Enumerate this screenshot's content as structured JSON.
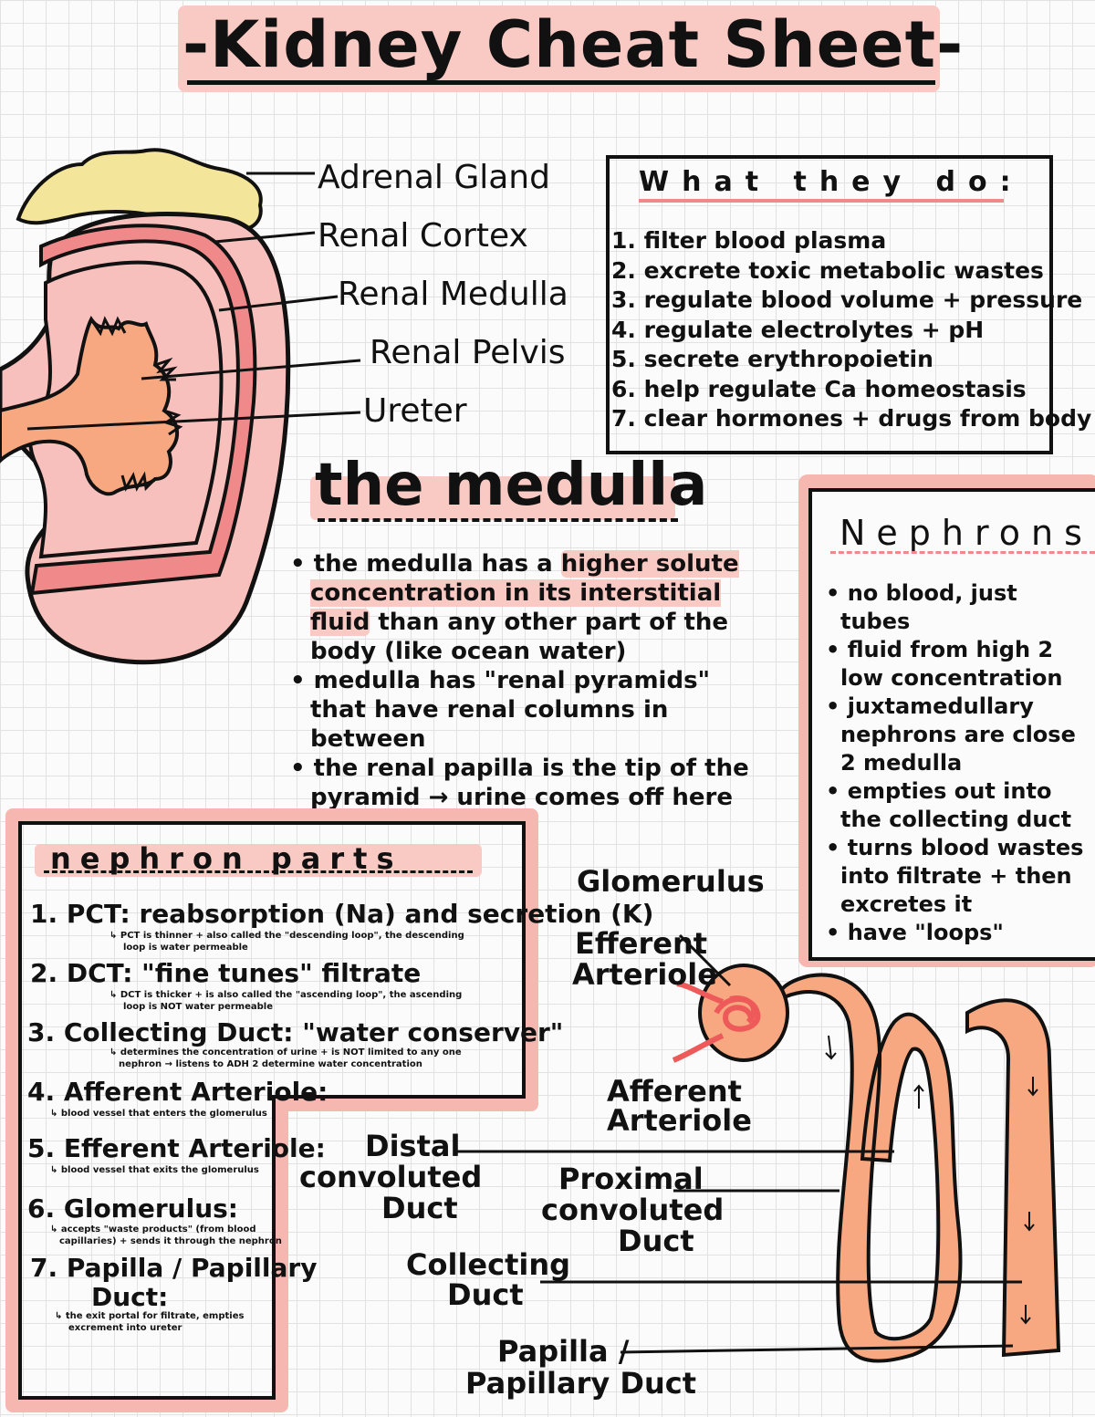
{
  "title": "-Kidney Cheat Sheet-",
  "kidney_labels": {
    "adrenal_gland": "Adrenal Gland",
    "renal_cortex": "Renal Cortex",
    "renal_medulla": "Renal Medulla",
    "renal_pelvis": "Renal Pelvis",
    "ureter": "Ureter"
  },
  "what_they_do": {
    "heading": "What they do:",
    "items": [
      "1. filter blood plasma",
      "2. excrete toxic metabolic wastes",
      "3. regulate blood volume + pressure",
      "4. regulate electrolytes + pH",
      "5. secrete erythropoietin",
      "6. help regulate Ca homeostasis",
      "7. clear hormones + drugs from body"
    ]
  },
  "medulla": {
    "heading": "the medulla",
    "b1_pre": "• the medulla has a ",
    "b1_hl": "higher solute concentration in its interstitial fluid",
    "b1_post": " than any other part of the body (like ocean water)",
    "b2": "• medulla has \"renal pyramids\" that have renal columns in between",
    "b3": "• the renal papilla is the tip of the pyramid → urine comes off here"
  },
  "nephrons": {
    "heading": "Nephrons",
    "items": [
      "• no blood, just tubes",
      "• fluid from high 2 low concentration",
      "• juxtamedullary nephrons are close 2 medulla",
      "• empties out into the collecting duct",
      "• turns blood wastes into filtrate + then excretes it",
      "• have \"loops\""
    ]
  },
  "nephron_parts": {
    "heading": "nephron parts",
    "items": [
      {
        "label": "1. PCT: reabsorption (Na) and secretion (K)",
        "sub1": "↳ PCT is thinner + also called the \"descending loop\", the descending",
        "sub2": "loop is water permeable"
      },
      {
        "label": "2. DCT: \"fine tunes\" filtrate",
        "sub1": "↳ DCT is thicker + is also called the \"ascending loop\", the ascending",
        "sub2": "loop is NOT water permeable"
      },
      {
        "label": "3. Collecting Duct: \"water conserver\"",
        "sub1": "↳ determines the concentration of urine + is NOT limited to any one",
        "sub2": "nephron → listens to ADH 2 determine water concentration"
      },
      {
        "label": "4. Afferent Arteriole:",
        "sub1": "↳ blood vessel that enters the glomerulus",
        "sub2": ""
      },
      {
        "label": "5. Efferent Arteriole:",
        "sub1": "↳ blood vessel that exits the glomerulus",
        "sub2": ""
      },
      {
        "label": "6. Glomerulus:",
        "sub1": "↳ accepts \"waste products\" (from blood",
        "sub2": "capillaries) + sends it through the nephron"
      },
      {
        "label": "7. Papilla / Papillary",
        "label2": "Duct:",
        "sub1": "↳ the exit portal for filtrate, empties",
        "sub2": "excrement into ureter"
      }
    ]
  },
  "diagram_labels": {
    "glomerulus": "Glomerulus",
    "efferent_1": "Efferent",
    "efferent_2": "Arteriole",
    "afferent_1": "Afferent",
    "afferent_2": "Arteriole",
    "distal_1": "Distal",
    "distal_2": "convoluted",
    "distal_3": "Duct",
    "proximal_1": "Proximal",
    "proximal_2": "convoluted",
    "proximal_3": "Duct",
    "collecting_1": "Collecting",
    "collecting_2": "Duct",
    "papilla_1": "Papilla /",
    "papilla_2": "Papillary Duct"
  },
  "colors": {
    "highlight": "#f9c9c4",
    "kidney_fill": "#f7c0bd",
    "medulla_band": "#f08a8a",
    "pelvis": "#f7a880",
    "adrenal": "#f3e69a",
    "accent_red": "#ee5a5a"
  }
}
